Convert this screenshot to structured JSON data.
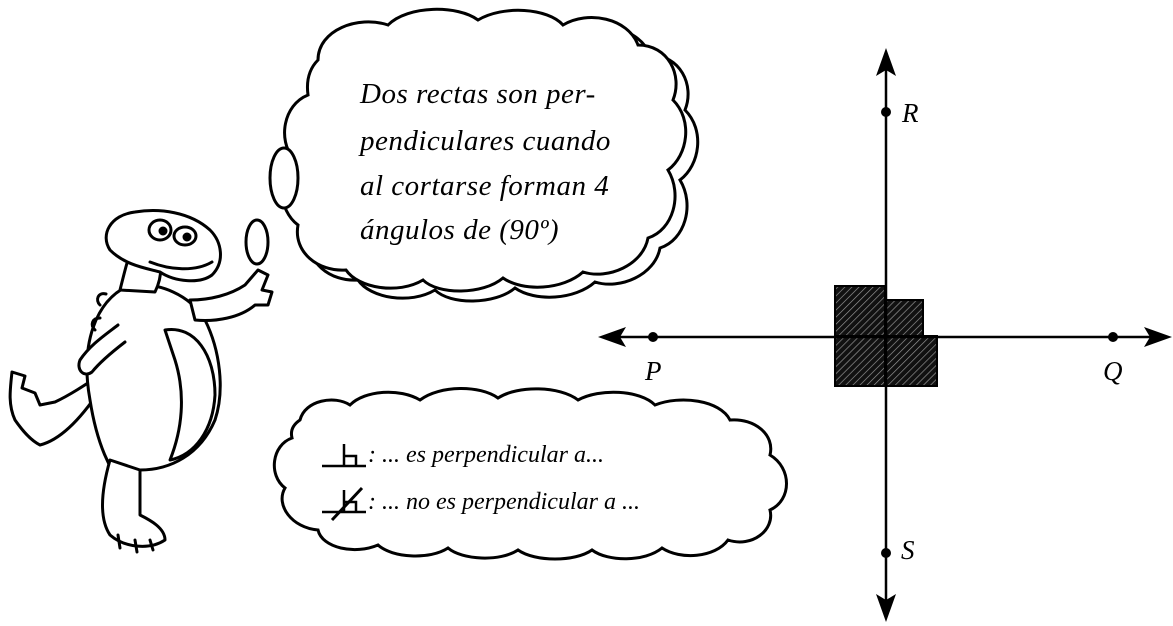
{
  "definition_bubble": {
    "lines": [
      "Dos rectas son per-",
      "pendiculares cuando",
      "al cortarse forman 4",
      "ángulos de (90º)"
    ]
  },
  "symbols_bubble": {
    "perpendicular_text": ": ... es perpendicular a...",
    "not_perpendicular_text": ": ... no es perpendicular a ..."
  },
  "diagram": {
    "points": {
      "p": "P",
      "q": "Q",
      "r": "R",
      "s": "S"
    }
  },
  "colors": {
    "ink": "#000000",
    "background": "#ffffff"
  },
  "icons": [
    "dinosaur-illustration",
    "perpendicular-symbol-icon",
    "not-perpendicular-symbol-icon",
    "arrowhead-icon"
  ]
}
